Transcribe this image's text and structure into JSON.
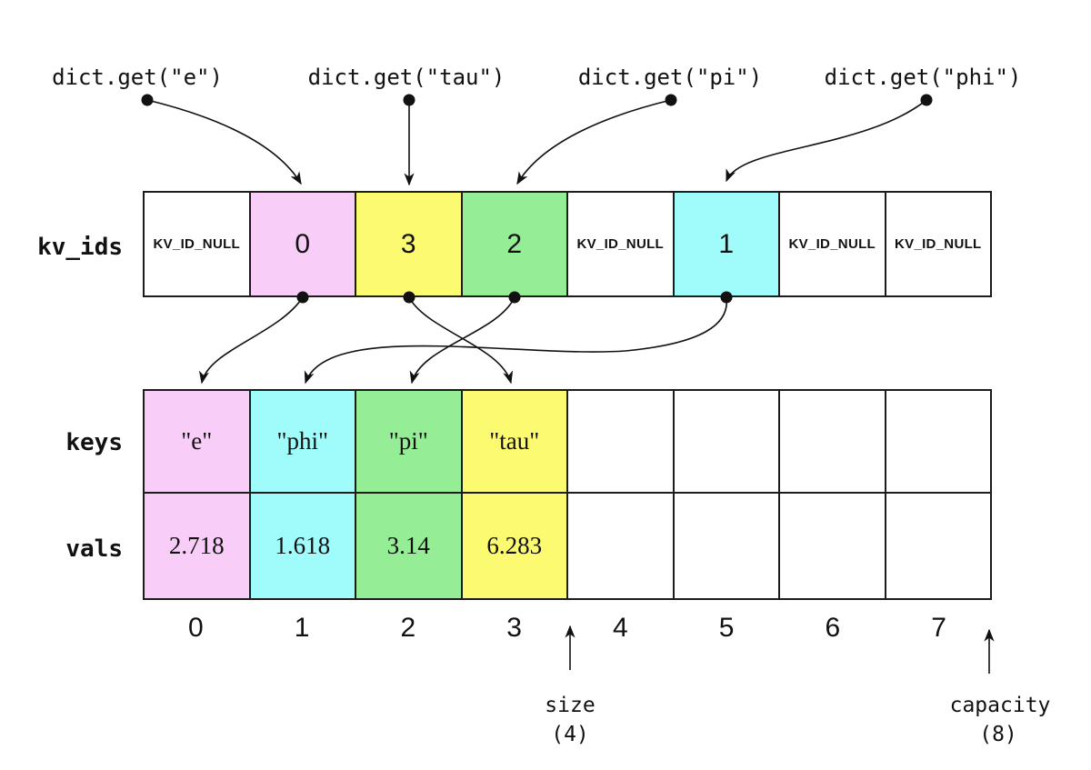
{
  "calls": [
    {
      "label": "dict.get(\"e\")"
    },
    {
      "label": "dict.get(\"tau\")"
    },
    {
      "label": "dict.get(\"pi\")"
    },
    {
      "label": "dict.get(\"phi\")"
    }
  ],
  "rows": {
    "kv_ids": {
      "label": "kv_ids",
      "cells": [
        {
          "text": "KV_ID_NULL",
          "bg": "#ffffff"
        },
        {
          "text": "0",
          "bg": "#f8cdf8"
        },
        {
          "text": "3",
          "bg": "#fcfa70"
        },
        {
          "text": "2",
          "bg": "#95ed95"
        },
        {
          "text": "KV_ID_NULL",
          "bg": "#ffffff"
        },
        {
          "text": "1",
          "bg": "#a0fbfb"
        },
        {
          "text": "KV_ID_NULL",
          "bg": "#ffffff"
        },
        {
          "text": "KV_ID_NULL",
          "bg": "#ffffff"
        }
      ]
    },
    "keys": {
      "label": "keys",
      "cells": [
        {
          "text": "\"e\"",
          "bg": "#f8cdf8"
        },
        {
          "text": "\"phi\"",
          "bg": "#a0fbfb"
        },
        {
          "text": "\"pi\"",
          "bg": "#95ed95"
        },
        {
          "text": "\"tau\"",
          "bg": "#fcfa70"
        },
        {
          "text": "",
          "bg": "#ffffff"
        },
        {
          "text": "",
          "bg": "#ffffff"
        },
        {
          "text": "",
          "bg": "#ffffff"
        },
        {
          "text": "",
          "bg": "#ffffff"
        }
      ]
    },
    "vals": {
      "label": "vals",
      "cells": [
        {
          "text": "2.718",
          "bg": "#f8cdf8"
        },
        {
          "text": "1.618",
          "bg": "#a0fbfb"
        },
        {
          "text": "3.14",
          "bg": "#95ed95"
        },
        {
          "text": "6.283",
          "bg": "#fcfa70"
        },
        {
          "text": "",
          "bg": "#ffffff"
        },
        {
          "text": "",
          "bg": "#ffffff"
        },
        {
          "text": "",
          "bg": "#ffffff"
        },
        {
          "text": "",
          "bg": "#ffffff"
        }
      ]
    }
  },
  "indices": [
    "0",
    "1",
    "2",
    "3",
    "4",
    "5",
    "6",
    "7"
  ],
  "size_marker": {
    "label": "size",
    "value": "(4)"
  },
  "capacity_marker": {
    "label": "capacity",
    "value": "(8)"
  },
  "colors": {
    "pink": "#f8cdf8",
    "yellow": "#fcfa70",
    "green": "#95ed95",
    "cyan": "#a0fbfb",
    "line": "#111111"
  }
}
